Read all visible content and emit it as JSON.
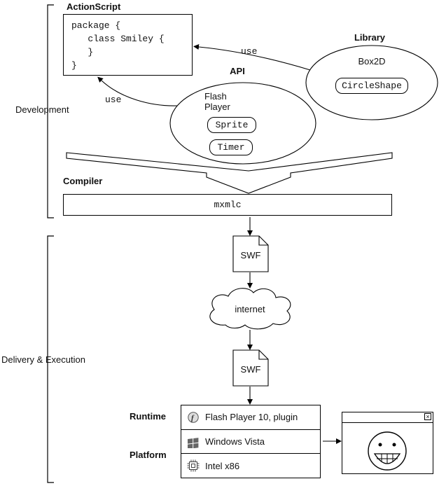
{
  "diagram": {
    "development": {
      "bracket_label": "Development",
      "actionscript": {
        "label": "ActionScript",
        "code": "package {\n   class Smiley {\n   }\n}"
      },
      "library": {
        "label": "Library",
        "name": "Box2D",
        "pill": "CircleShape"
      },
      "api": {
        "label": "API",
        "name": "Flash\nPlayer",
        "pills": [
          "Sprite",
          "Timer"
        ]
      },
      "use_labels": [
        "use",
        "use"
      ],
      "compiler": {
        "label": "Compiler",
        "command": "mxmlc"
      }
    },
    "delivery": {
      "bracket_label": "Delivery & Execution",
      "swf_top": "SWF",
      "internet_label": "internet",
      "swf_bottom": "SWF",
      "runtime": {
        "label": "Runtime",
        "item": "Flash Player 10, plugin"
      },
      "platform": {
        "label": "Platform",
        "items": [
          "Windows Vista",
          "Intel x86"
        ]
      },
      "window": {
        "close_glyph": "×"
      }
    },
    "icons": {
      "flash_glyph": "f"
    }
  }
}
